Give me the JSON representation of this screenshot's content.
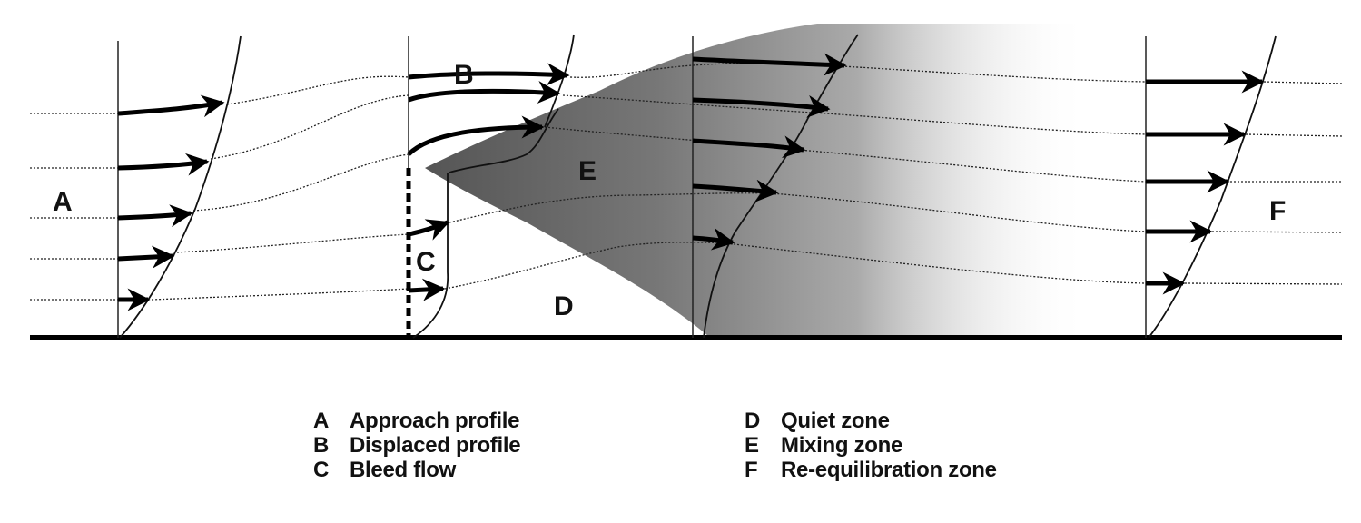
{
  "diagram": {
    "zone_labels": {
      "A": "A",
      "B": "B",
      "C": "C",
      "D": "D",
      "E": "E",
      "F": "F"
    },
    "colors": {
      "ink": "#111111",
      "shading": "#7a7a7a",
      "background": "#ffffff"
    }
  },
  "legend": {
    "left": [
      {
        "key": "A",
        "text": "Approach profile"
      },
      {
        "key": "B",
        "text": "Displaced profile"
      },
      {
        "key": "C",
        "text": "Bleed flow"
      }
    ],
    "right": [
      {
        "key": "D",
        "text": "Quiet zone"
      },
      {
        "key": "E",
        "text": "Mixing zone"
      },
      {
        "key": "F",
        "text": "Re-equilibration zone"
      }
    ]
  }
}
